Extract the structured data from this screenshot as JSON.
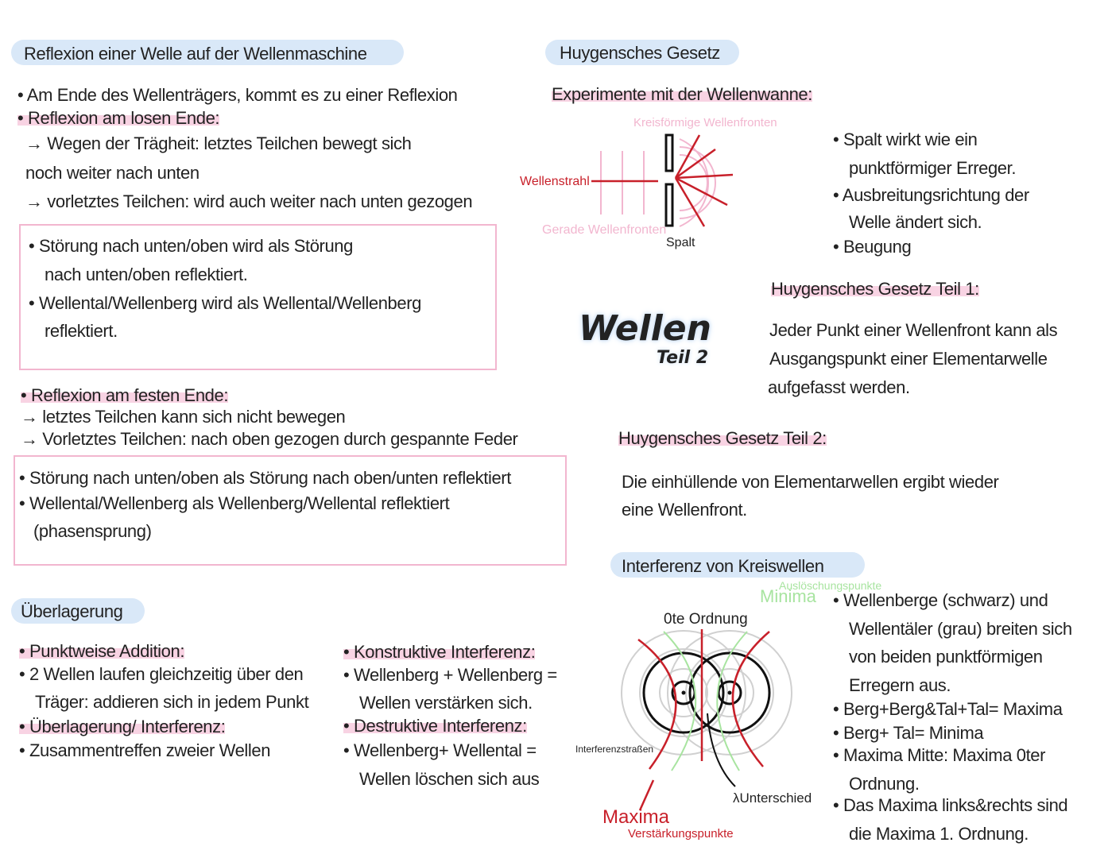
{
  "reflexion": {
    "heading": "Reflexion einer Welle auf der Wellenmaschine",
    "lines": [
      "• Am Ende des Wellenträgers, kommt es zu einer Reflexion",
      "• Reflexion am losen Ende:",
      "→ Wegen der Trägheit: letztes Teilchen bewegt sich",
      "noch weiter nach unten",
      "→ vorletztes Teilchen: wird auch weiter nach unten gezogen"
    ],
    "box1": [
      "• Störung nach unten/oben wird als Störung",
      "nach unten/oben reflektiert.",
      "• Wellental/Wellenberg wird als Wellental/Wellenberg",
      "reflektiert."
    ],
    "fest": [
      "• Reflexion am festen Ende:",
      "→ letztes Teilchen kann sich nicht bewegen",
      "→ Vorletztes Teilchen: nach oben gezogen durch gespannte Feder"
    ],
    "box2": [
      "• Störung nach unten/oben als Störung nach oben/unten reflektiert",
      "• Wellental/Wellenberg als Wellenberg/Wellental reflektiert",
      "(phasensprung)"
    ]
  },
  "ueberlagerung": {
    "heading": "Überlagerung",
    "left": [
      "• Punktweise Addition:",
      "• 2 Wellen laufen gleichzeitig über den",
      "Träger: addieren sich in jedem Punkt",
      "• Überlagerung/ Interferenz:",
      "• Zusammentreffen zweier Wellen"
    ],
    "right": [
      "• Konstruktive Interferenz:",
      "• Wellenberg + Wellenberg =",
      "Wellen verstärken sich.",
      "• Destruktive Interferenz:",
      "• Wellenberg+ Wellental =",
      "Wellen löschen sich aus"
    ]
  },
  "huygens": {
    "heading": "Huygensches Gesetz",
    "sub": "Experimente mit der Wellenwanne:",
    "diagram": {
      "kreis": "Kreisförmige Wellenfronten",
      "strahl": "Wellenstrahl",
      "gerade": "Gerade Wellenfronten",
      "spalt": "Spalt"
    },
    "bullets": [
      "• Spalt wirkt wie ein",
      "punktförmiger Erreger.",
      "• Ausbreitungsrichtung der",
      "Welle ändert sich.",
      "• Beugung"
    ],
    "teil1_heading": "Huygensches Gesetz Teil 1:",
    "teil1": [
      "Jeder Punkt einer Wellenfront kann als",
      "Ausgangspunkt einer Elementarwelle",
      "aufgefasst werden."
    ],
    "teil2_heading": "Huygensches Gesetz Teil 2:",
    "teil2": [
      "Die einhüllende von Elementarwellen ergibt wieder",
      "eine Wellenfront."
    ]
  },
  "title": {
    "main": "Wellen",
    "sub": "Teil 2"
  },
  "interferenz": {
    "heading": "Interferenz von Kreiswellen",
    "diagram": {
      "ausl": "Auslöschungspunkte",
      "minima": "Minima",
      "ordnung": "0te Ordnung",
      "strassen": "Interferenzstraßen",
      "lambda": "λUnterschied",
      "maxima": "Maxima",
      "verst": "Verstärkungspunkte"
    },
    "bullets": [
      "• Wellenberge (schwarz) und",
      "Wellentäler (grau) breiten sich",
      "von beiden punktförmigen",
      "Erregern aus.",
      "• Berg+Berg&Tal+Tal= Maxima",
      "• Berg+ Tal= Minima",
      "• Maxima Mitte: Maxima 0ter",
      "Ordnung.",
      "• Das Maxima links&rechts sind",
      "die Maxima 1. Ordnung."
    ]
  },
  "colors": {
    "blue_highlight": "#d9e8f8",
    "pink_highlight": "#f8d3e3",
    "red": "#c8202a",
    "green": "#a8e4a0"
  }
}
